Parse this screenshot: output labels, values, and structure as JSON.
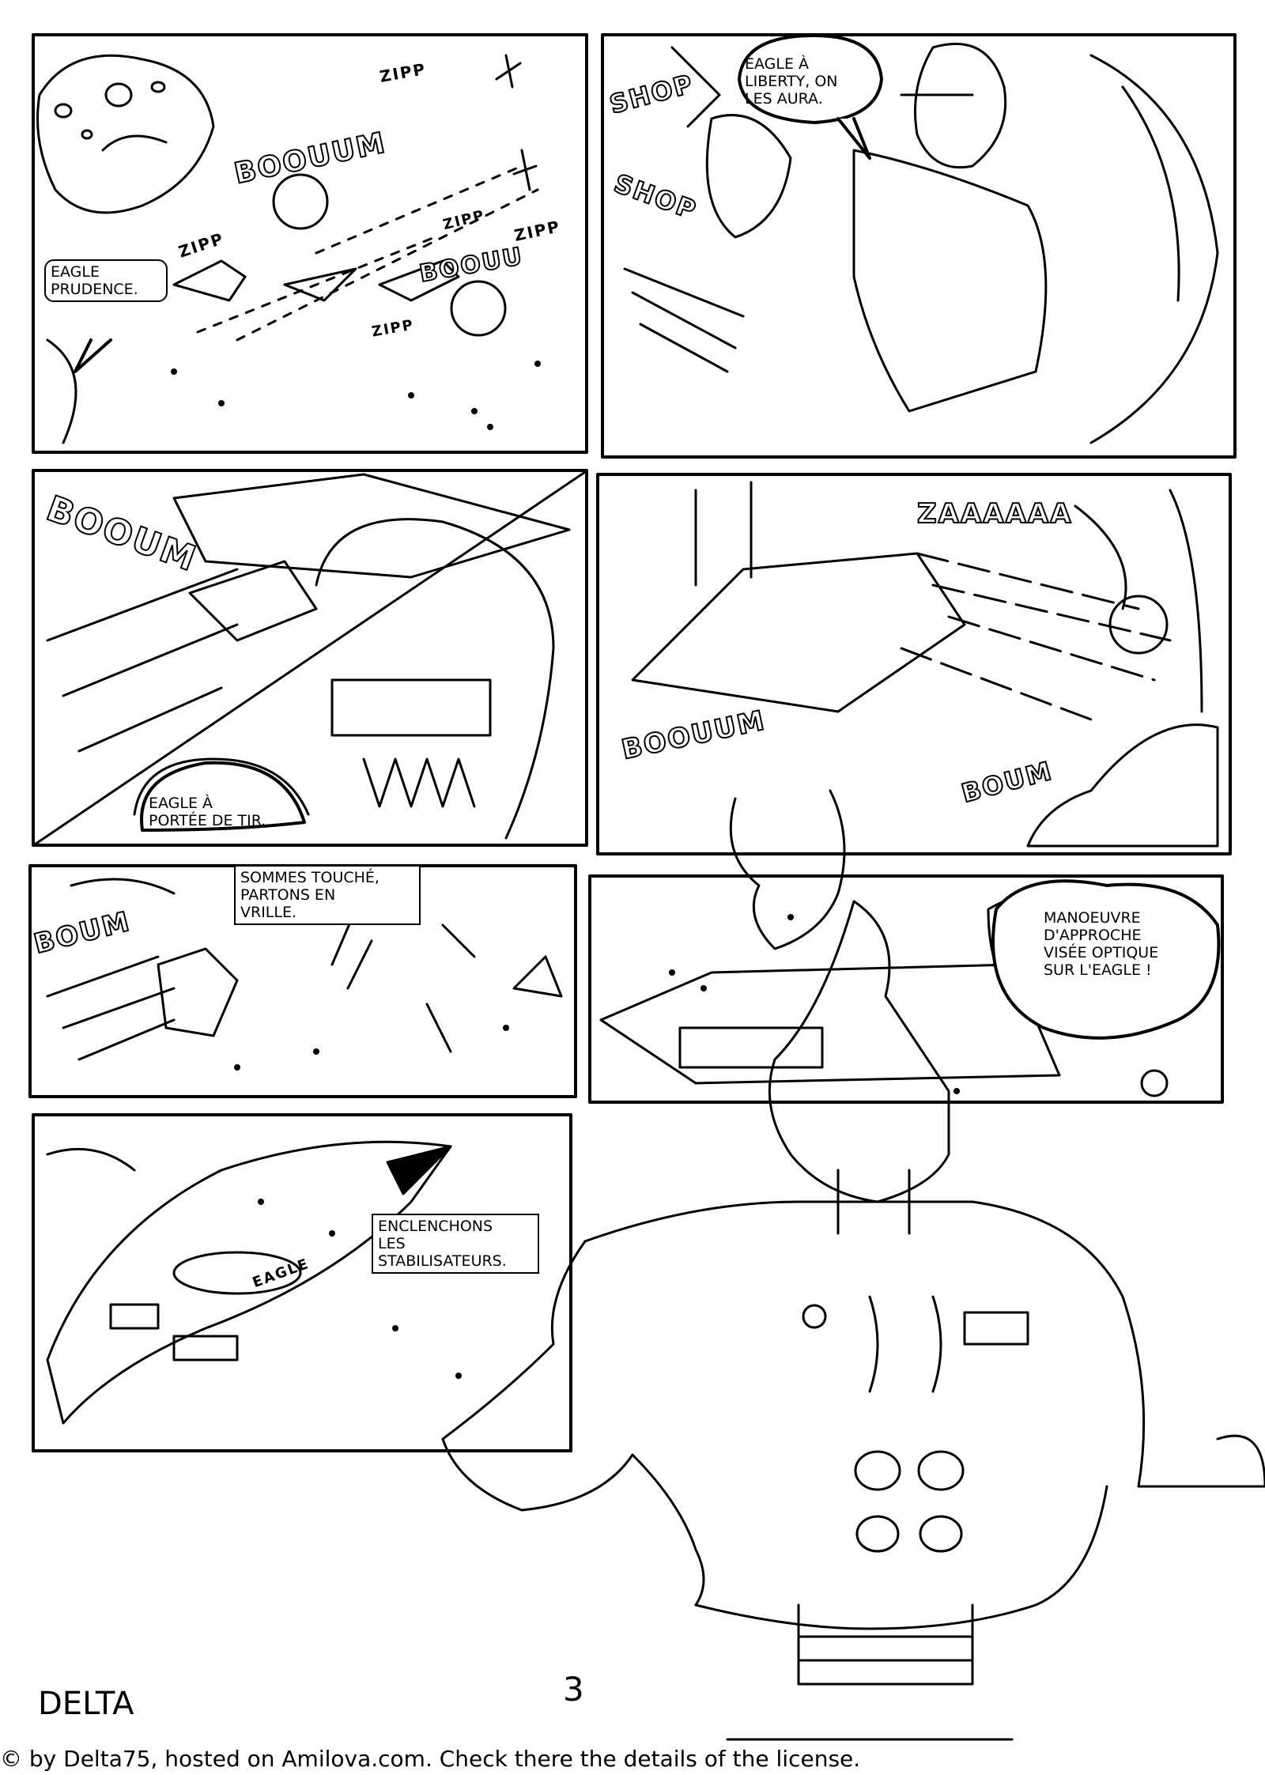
{
  "page": {
    "number": "3",
    "author": "DELTA",
    "credit": "© by Delta75, hosted on Amilova.com. Check there the details of the license."
  },
  "panels": [
    {
      "id": "p1",
      "texts": [
        {
          "kind": "speech",
          "text": "EAGLE\nPRUDENCE."
        }
      ],
      "sfx": [
        "BOOUUM",
        "BOOUU",
        "ZIPP",
        "ZIPP",
        "ZIPP",
        "ZIPP",
        "ZIPP"
      ]
    },
    {
      "id": "p2",
      "texts": [
        {
          "kind": "speech",
          "text": "EAGLE À\nLIBERTY, ON\nLES AURA."
        }
      ],
      "sfx": [
        "SHOP",
        "SHOP"
      ]
    },
    {
      "id": "p3",
      "texts": [
        {
          "kind": "burst",
          "text": "EAGLE À\nPORTÉE DE TIR."
        }
      ],
      "sfx": [
        "BOOUM"
      ]
    },
    {
      "id": "p4",
      "texts": [],
      "sfx": [
        "ZAAAAAA",
        "BOOUUM",
        "BOUM"
      ]
    },
    {
      "id": "p5",
      "texts": [
        {
          "kind": "caption",
          "text": "SOMMES TOUCHÉ,\nPARTONS EN\nVRILLE."
        }
      ],
      "sfx": [
        "BOUM"
      ]
    },
    {
      "id": "p6",
      "texts": [
        {
          "kind": "burst",
          "text": "MANOEUVRE\nD'APPROCHE\nVISÉE OPTIQUE\nSUR L'EAGLE !"
        }
      ],
      "sfx": []
    },
    {
      "id": "p7",
      "texts": [
        {
          "kind": "caption",
          "text": "ENCLENCHONS\nLES\nSTABILISATEURS."
        }
      ],
      "labels": [
        "EAGLE"
      ]
    }
  ]
}
